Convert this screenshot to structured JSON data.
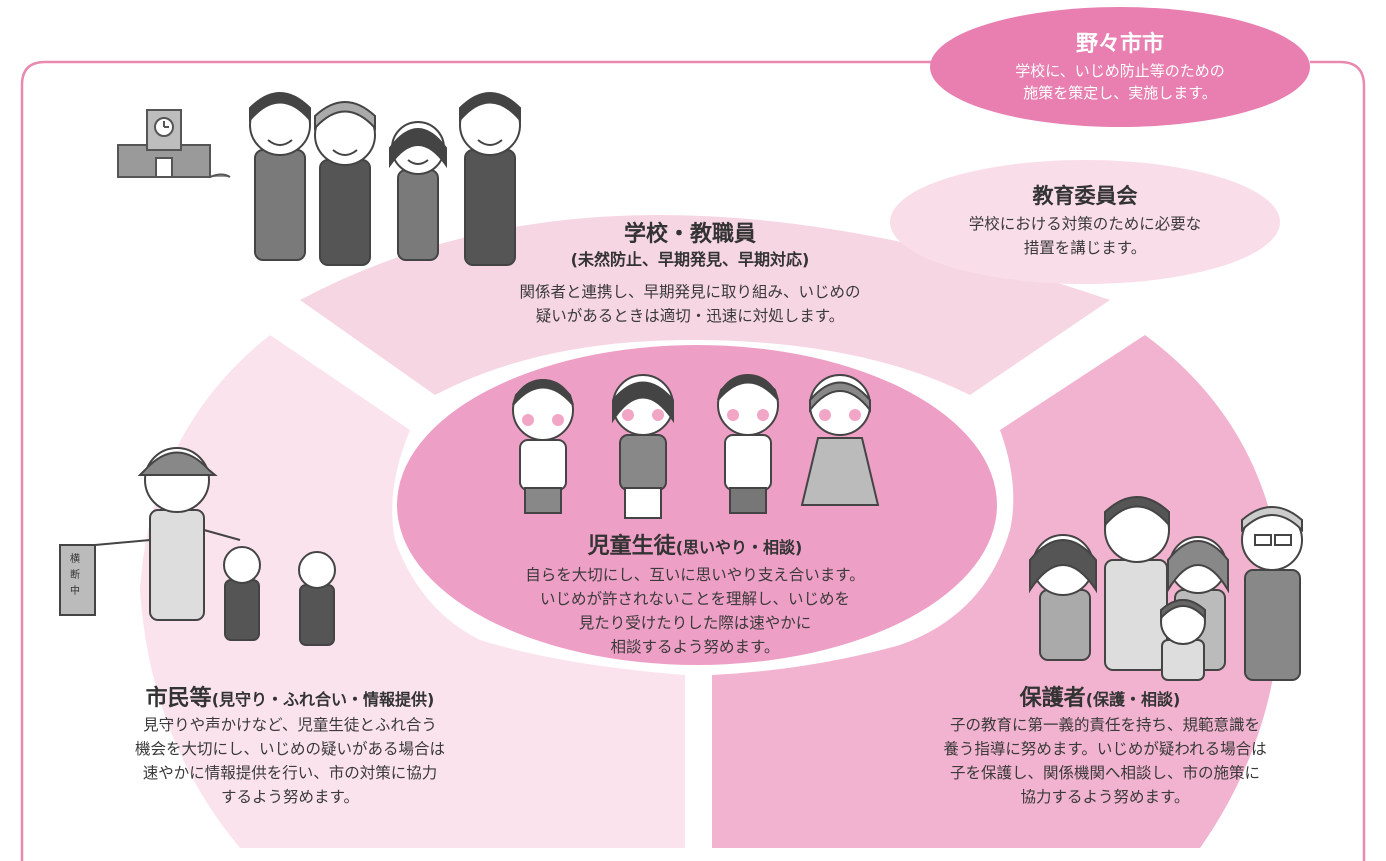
{
  "colors": {
    "frame": "#e889b0",
    "city_oval": "#e87fb0",
    "board_oval": "#f9dde9",
    "school_segment": "#f7d6e4",
    "citizens_segment": "#fbe3ee",
    "guardians_segment": "#f1b3cf",
    "center_oval": "#ee9fc6"
  },
  "city": {
    "title": "野々市市",
    "desc": [
      "学校に、いじめ防止等のための",
      "施策を策定し、実施します。"
    ]
  },
  "board": {
    "title": "教育委員会",
    "desc": [
      "学校における対策のために必要な",
      "措置を講じます。"
    ]
  },
  "school": {
    "title": "学校・教職員",
    "subtitle": "(未然防止、早期発見、早期対応)",
    "desc": [
      "関係者と連携し、早期発見に取り組み、いじめの",
      "疑いがあるときは適切・迅速に対処します。"
    ]
  },
  "students": {
    "title": "児童生徒",
    "subtitle": "(思いやり・相談)",
    "desc": [
      "自らを大切にし、互いに思いやり支え合います。",
      "いじめが許されないことを理解し、いじめを",
      "見たり受けたりした際は速やかに",
      "相談するよう努めます。"
    ]
  },
  "citizens": {
    "title": "市民等",
    "subtitle": "(見守り・ふれ合い・情報提供)",
    "desc": [
      "見守りや声かけなど、児童生徒とふれ合う",
      "機会を大切にし、いじめの疑いがある場合は",
      "速やかに情報提供を行い、市の対策に協力",
      "するよう努めます。"
    ],
    "flag_text": [
      "横",
      "断",
      "中"
    ]
  },
  "guardians": {
    "title": "保護者",
    "subtitle": "(保護・相談)",
    "desc": [
      "子の教育に第一義的責任を持ち、規範意識を",
      "養う指導に努めます。いじめが疑われる場合は",
      "子を保護し、関係機関へ相談し、市の施策に",
      "協力するよう努めます。"
    ]
  },
  "icons": [
    "school-building-icon",
    "teachers-illustration",
    "children-illustration",
    "crossing-guard-illustration",
    "family-illustration"
  ]
}
